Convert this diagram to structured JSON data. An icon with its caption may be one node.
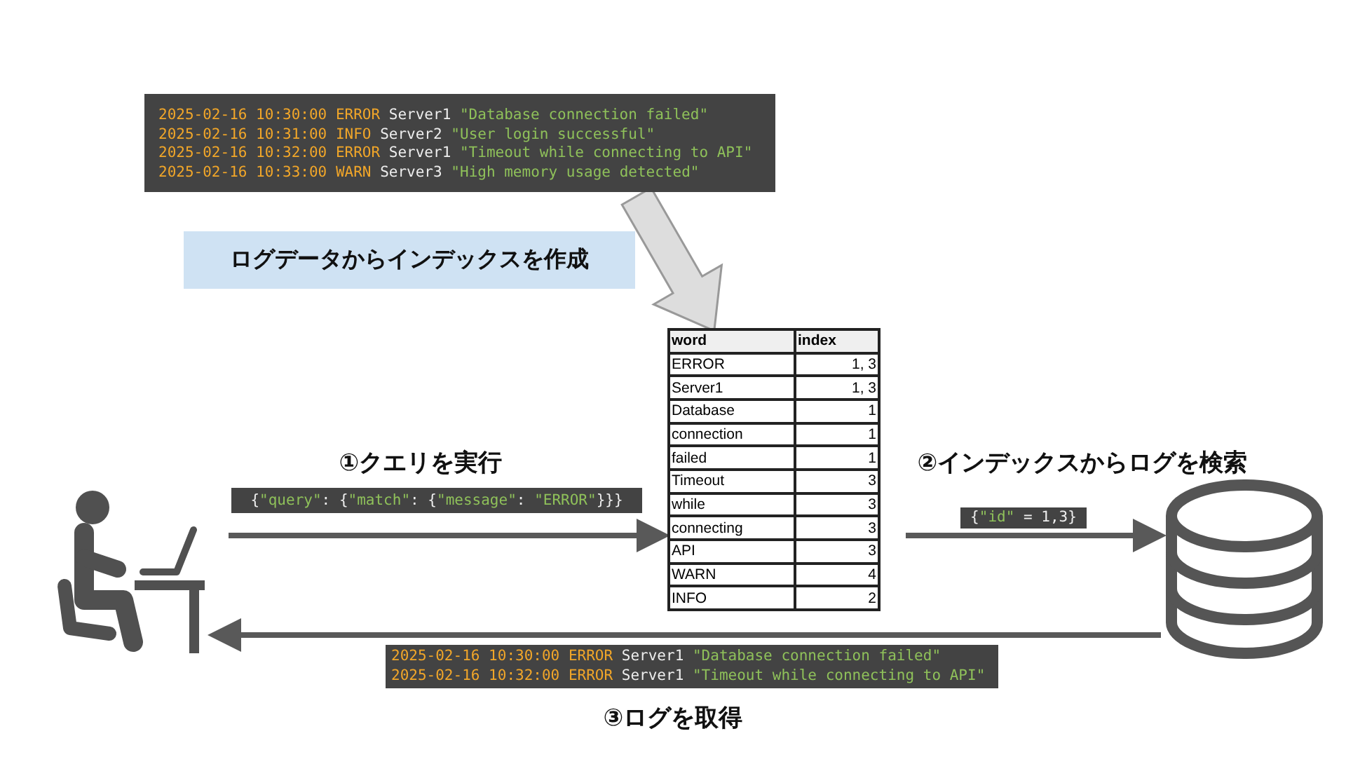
{
  "diagram": {
    "nodes": [
      {
        "text": [
          "2025-02-16 10:30:00 ERROR Server1 \"Database connection failed\"",
          "2025-02-16 10:31:00 INFO Server2 \"User login successful\"",
          "2025-02-16 10:32:00 ERROR Server1 \"Timeout while connecting to API\"",
          "2025-02-16 10:33:00 WARN Server3 \"High memory usage detected\""
        ]
      },
      {
        "text": [
          "ログデータからインデックスを作成"
        ]
      },
      {
        "text": [
          "word",
          "index",
          "ERROR",
          "1, 3",
          "Server1",
          "1, 3",
          "Database",
          "1",
          "connection",
          "1",
          "failed",
          "1",
          "Timeout",
          "3",
          "while",
          "3",
          "connecting",
          "3",
          "API",
          "3",
          "WARN",
          "4",
          "INFO",
          "2"
        ]
      },
      {
        "text": [],
        "shape": "person"
      },
      {
        "text": [],
        "shape": "cylinder"
      },
      {
        "text": [
          "2025-02-16 10:30:00 ERROR Server1 \"Database connection failed\"",
          "2025-02-16 10:32:00 ERROR Server1 \"Timeout while connecting to API\""
        ]
      }
    ],
    "edges": [
      {
        "from": 0,
        "to": 2,
        "arrow": "to",
        "style": "thick",
        "color": "#dddddd"
      },
      {
        "from": 3,
        "to": 2,
        "arrow": "to",
        "label": "{\"query\": {\"match\": {\"message\": \"ERROR\"}}}"
      },
      {
        "from": 2,
        "to": 4,
        "arrow": "to",
        "label": "{\"id\" = 1,3}"
      },
      {
        "from": 4,
        "to": 3,
        "arrow": "to"
      }
    ],
    "labels": [
      "①クエリを実行",
      "②インデックスからログを検索",
      "③ログを取得"
    ]
  }
}
